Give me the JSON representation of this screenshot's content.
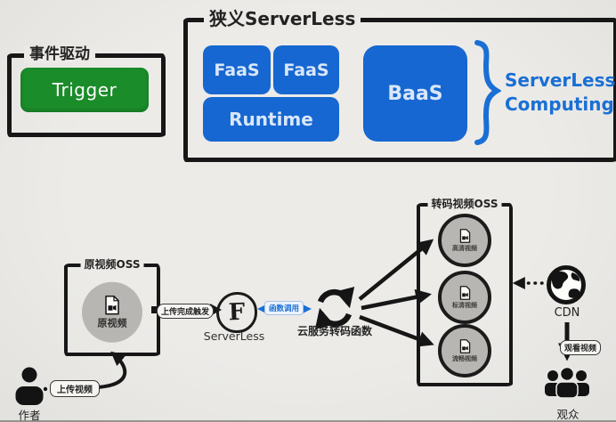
{
  "colors": {
    "background": "#e9e8e5",
    "accent_blue": "#1667d1",
    "blue_text": "#1a6fd4",
    "trigger_green": "#1a8c2a",
    "ink": "#171717",
    "node_gray": "#b7b6b3"
  },
  "event_driven": {
    "title": "事件驱动",
    "trigger_label": "Trigger"
  },
  "narrow_serverless": {
    "title": "狭义ServerLess",
    "faas1_label": "FaaS",
    "faas2_label": "FaaS",
    "runtime_label": "Runtime",
    "baas_label": "BaaS",
    "brace_caption_line1": "ServerLess",
    "brace_caption_line2": "Computing"
  },
  "flow": {
    "author_label": "作者",
    "upload_video_label": "上传视频",
    "source_oss_title": "原视频OSS",
    "source_video_label": "原视频",
    "upload_trigger_label": "上传完成触发",
    "serverless_node_label": "ServerLess",
    "function_call_label": "函数调用",
    "transcode_function_label": "云服务转码函数",
    "output_oss_title": "转码视频OSS",
    "output_oss": {
      "items": [
        "高清视频",
        "标清视频",
        "流畅视频"
      ]
    },
    "cdn_label": "CDN",
    "watch_video_label": "观看视频",
    "audience_label": "观众"
  },
  "icons": {
    "author": "person-icon",
    "source_item": "video-file-icon",
    "serverless_node": "f-logo-icon",
    "transcode_function": "sync-icon",
    "cdn": "globe-icon",
    "audience": "people-icon"
  }
}
